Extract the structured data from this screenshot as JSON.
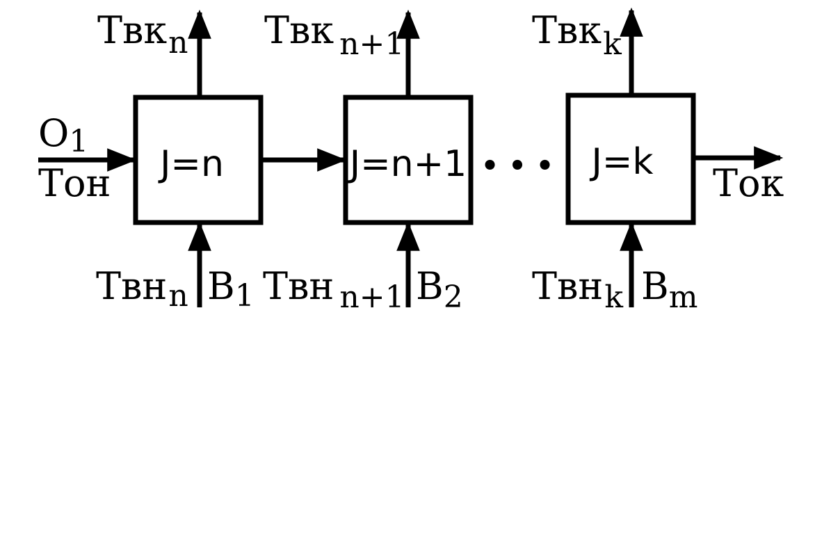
{
  "blocks": [
    {
      "label": "J=n",
      "top_output": {
        "main": "Твк",
        "sub": "n"
      },
      "bottom_input": {
        "main": "Твн",
        "sub": "n",
        "flow": "B",
        "flow_sub": "1"
      }
    },
    {
      "label": "J=n+1",
      "top_output": {
        "main": "Твк",
        "sub": "n+1"
      },
      "bottom_input": {
        "main": "Твн",
        "sub": "n+1",
        "flow": "B",
        "flow_sub": "2"
      }
    },
    {
      "label": "J=k",
      "top_output": {
        "main": "Твк",
        "sub": "k"
      },
      "bottom_input": {
        "main": "Твн",
        "sub": "k",
        "flow": "B",
        "flow_sub": "m"
      }
    }
  ],
  "left_input": {
    "flow": "O",
    "flow_sub": "1",
    "temp": "Тон"
  },
  "right_output": {
    "temp": "Ток"
  },
  "ellipsis": "• • •",
  "colors": {
    "stroke": "#000000",
    "background": "#ffffff"
  }
}
